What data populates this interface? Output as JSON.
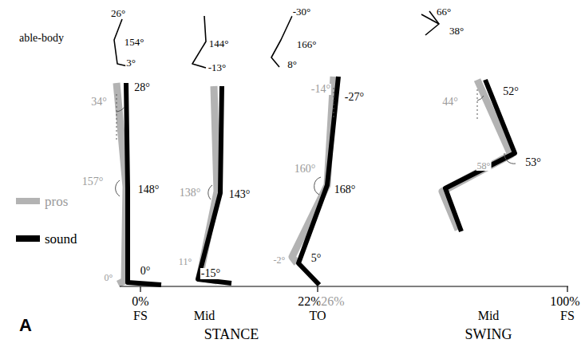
{
  "diagram": {
    "labels": [
      "able-body",
      "26°",
      "154°",
      "3°",
      "144°",
      "-13°",
      "-30°",
      "166°",
      "8°",
      "66°",
      "38°",
      "34°",
      "28°",
      "157°",
      "148°",
      "0°",
      "0°",
      "138°",
      "143°",
      "11°",
      "-15°",
      "-14°",
      "-27°",
      "160°",
      "168°",
      "-2°",
      "5°",
      "44°",
      "52°",
      "58°",
      "53°",
      "0%",
      "22%",
      "26%",
      "100%",
      "FS",
      "Mid",
      "TO",
      "Mid",
      "FS",
      "STANCE",
      "SWING",
      "A"
    ],
    "legend": [
      {
        "text": "pros",
        "color": "#b3b3b3"
      },
      {
        "text": "sound",
        "color": "#000000"
      }
    ]
  }
}
